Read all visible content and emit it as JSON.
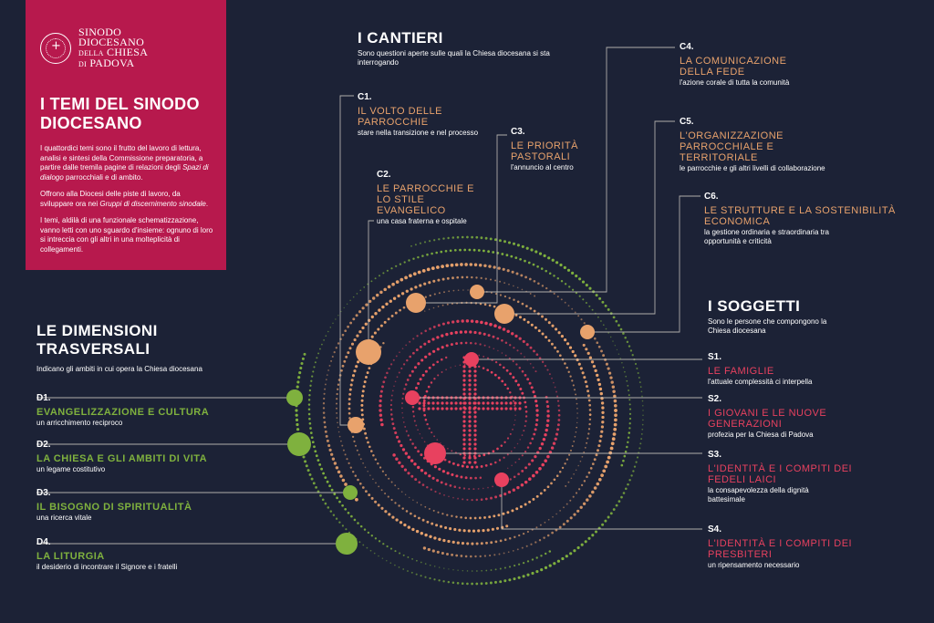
{
  "colors": {
    "background": "#1c2236",
    "sidebar": "#b7194d",
    "cantieri": "#e8a26c",
    "soggetti": "#e8415f",
    "dimensioni": "#7fb13e"
  },
  "logo": {
    "icon": "synod-seal-icon",
    "line1": "SINODO",
    "line2": "DIOCESANO",
    "line3_small": "DELLA",
    "line3": "CHIESA",
    "line4_small": "DI",
    "line4": "PADOVA"
  },
  "sidebar": {
    "title": "I TEMI DEL SINODO DIOCESANO",
    "p1_a": "I quattordici temi sono il frutto del lavoro di lettura, analisi e sintesi della Commissione preparatoria, a partire dalle tremila pagine di relazioni degli ",
    "p1_em": "Spazi di dialogo",
    "p1_b": " parrocchiali e di ambito.",
    "p2_a": "Offrono alla Diocesi delle piste di lavoro, da sviluppare ora nei ",
    "p2_em": "Gruppi di discernimento sinodale",
    "p2_b": ".",
    "p3": "I temi, aldilà di una funzionale schematizzazione, vanno letti con uno sguardo d'insieme: ognuno di loro si intreccia con gli altri in una molteplicità di collegamenti."
  },
  "cantieri": {
    "title": "I CANTIERI",
    "subtitle": "Sono questioni aperte sulle quali la Chiesa diocesana si sta interrogando",
    "items": [
      {
        "code": "C1.",
        "title": "IL VOLTO DELLE PARROCCHIE",
        "desc": "stare nella transizione e nel processo"
      },
      {
        "code": "C2.",
        "title": "LE PARROCCHIE E LO STILE EVANGELICO",
        "desc": "una casa fraterna e ospitale"
      },
      {
        "code": "C3.",
        "title": "LE PRIORITÀ PASTORALI",
        "desc": "l'annuncio al centro"
      },
      {
        "code": "C4.",
        "title": "LA COMUNICAZIONE DELLA FEDE",
        "desc": "l'azione corale di tutta la comunità"
      },
      {
        "code": "C5.",
        "title": "L'ORGANIZZAZIONE PARROCCHIALE E TERRITORIALE",
        "desc": "le parrocchie e gli altri livelli di collaborazione"
      },
      {
        "code": "C6.",
        "title": "LE STRUTTURE E LA SOSTENIBILITÀ ECONOMICA",
        "desc": "la gestione ordinaria e straordinaria tra opportunità e criticità"
      }
    ]
  },
  "soggetti": {
    "title": "I SOGGETTI",
    "subtitle": "Sono le persone che compongono la Chiesa diocesana",
    "items": [
      {
        "code": "S1.",
        "title": "LE FAMIGLIE",
        "desc": "l'attuale complessità ci interpella"
      },
      {
        "code": "S2.",
        "title": "I GIOVANI E LE NUOVE GENERAZIONI",
        "desc": "profezia per la Chiesa di Padova"
      },
      {
        "code": "S3.",
        "title": "L'IDENTITÀ E I COMPITI DEI FEDELI LAICI",
        "desc": "la consapevolezza della dignità battesimale"
      },
      {
        "code": "S4.",
        "title": "L'IDENTITÀ E I COMPITI DEI PRESBITERI",
        "desc": "un ripensamento necessario"
      }
    ]
  },
  "dimensioni": {
    "title": "LE DIMENSIONI TRASVERSALI",
    "subtitle": "Indicano gli ambiti in cui opera la Chiesa diocesana",
    "items": [
      {
        "code": "D1.",
        "title": "EVANGELIZZAZIONE E CULTURA",
        "desc": "un arricchimento reciproco"
      },
      {
        "code": "D2.",
        "title": "LA CHIESA E GLI AMBITI DI VITA",
        "desc": "un legame costitutivo"
      },
      {
        "code": "D3.",
        "title": "IL BISOGNO DI SPIRITUALITÀ",
        "desc": "una ricerca vitale"
      },
      {
        "code": "D4.",
        "title": "LA LITURGIA",
        "desc": "il desiderio di incontrare il Signore e i fratelli"
      }
    ]
  }
}
